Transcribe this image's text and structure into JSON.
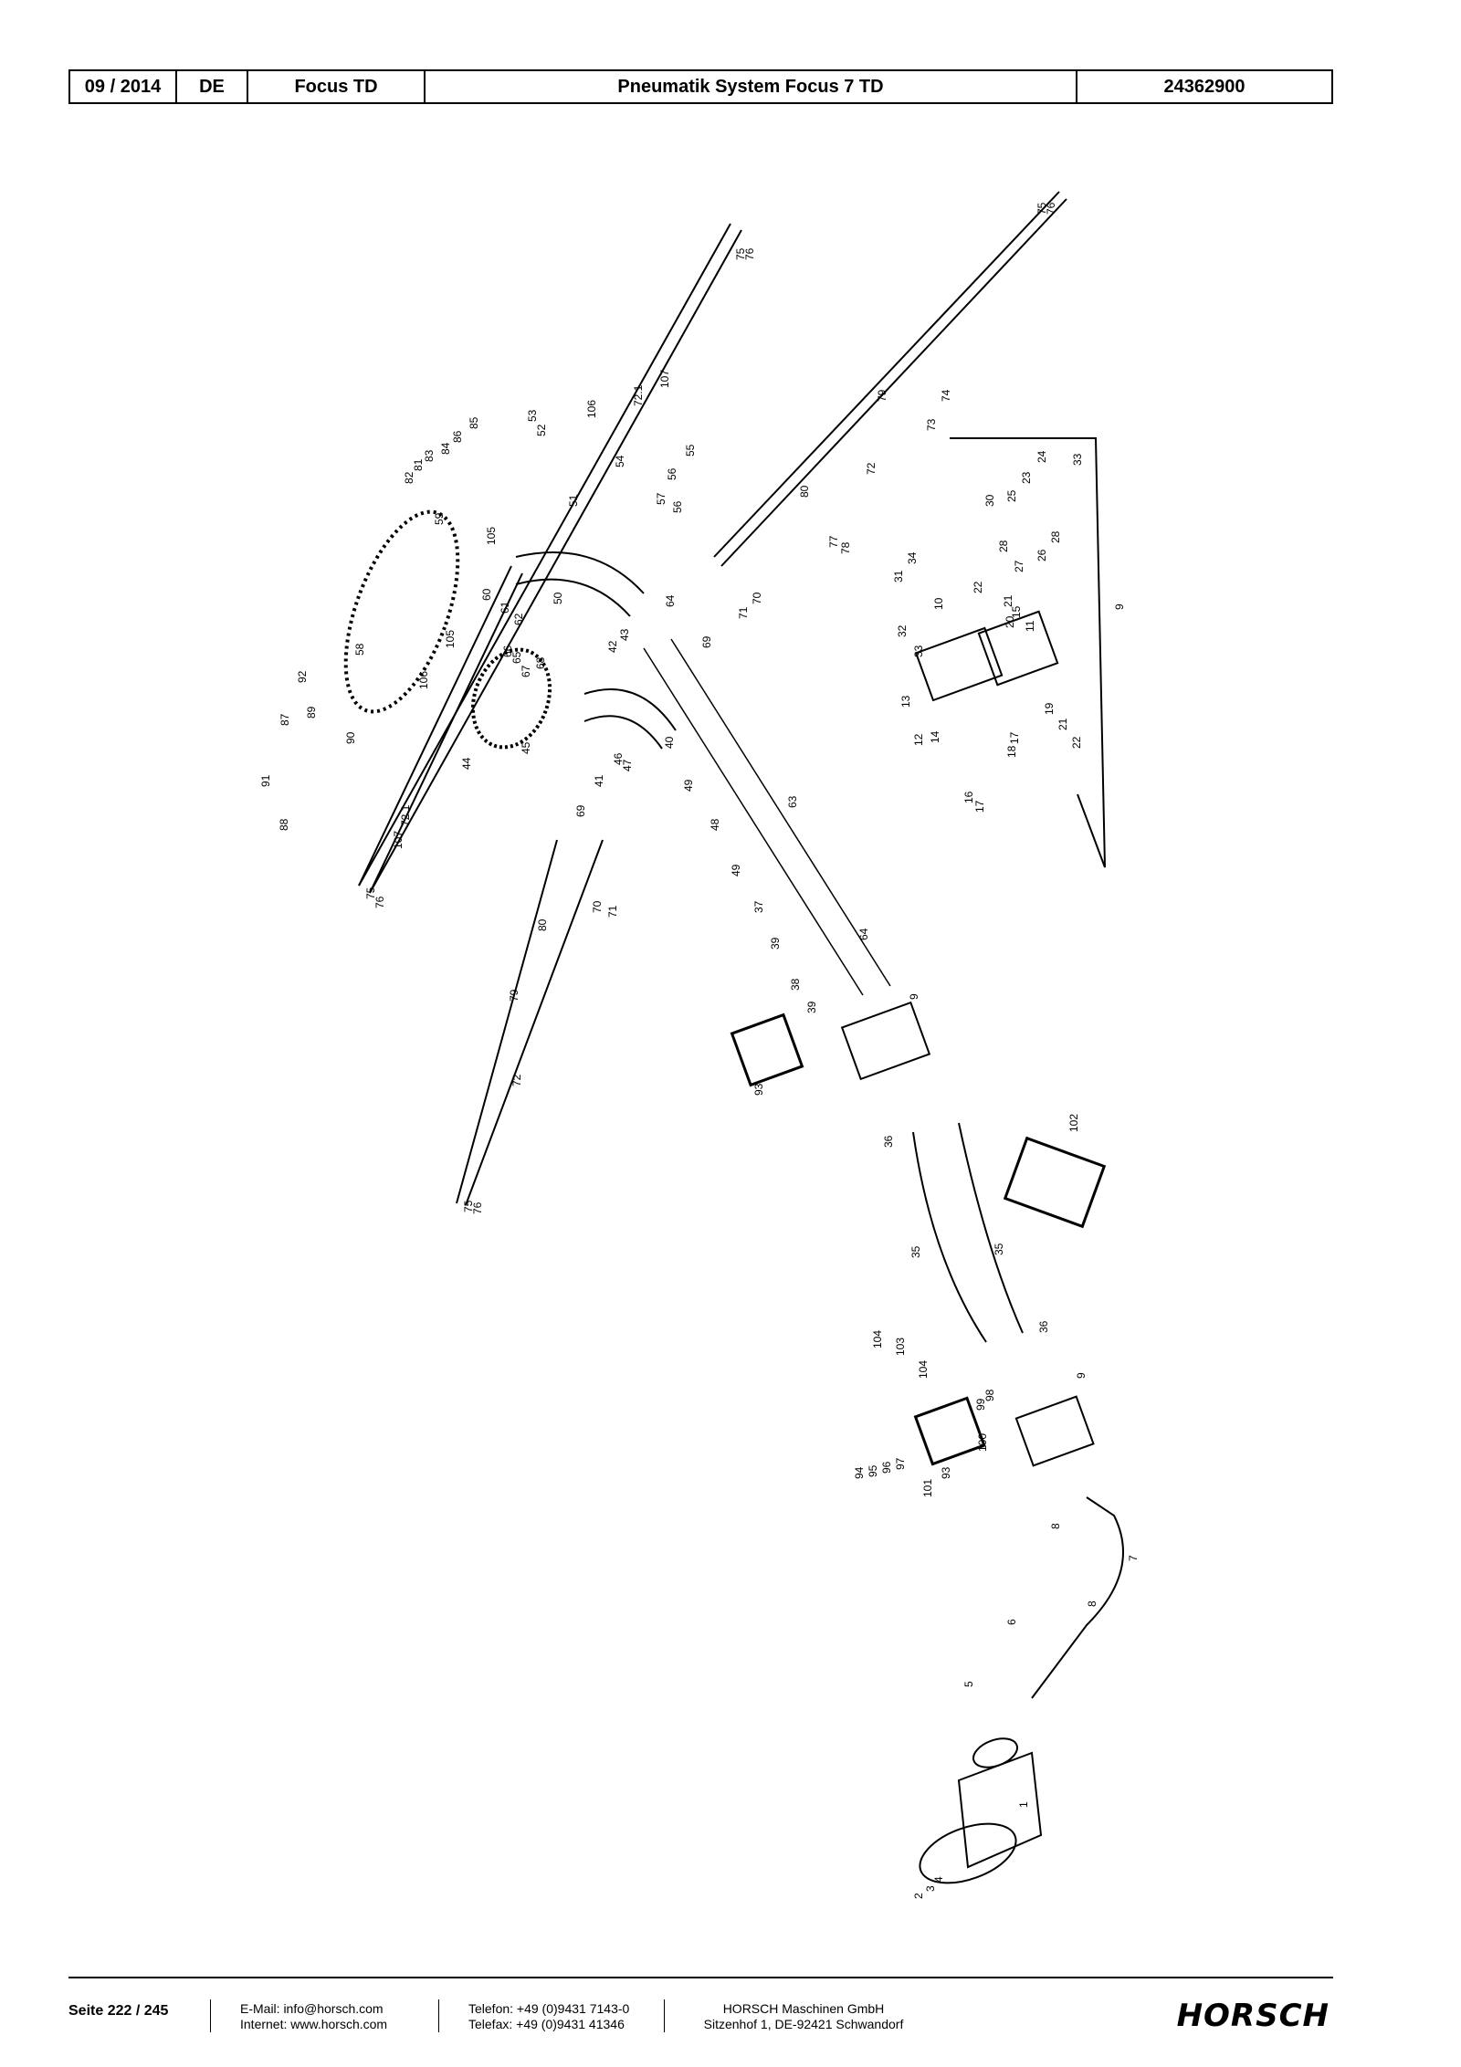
{
  "header": {
    "date": "09 / 2014",
    "lang": "DE",
    "model": "Focus TD",
    "title": "Pneumatik System Focus 7 TD",
    "part_no": "24362900"
  },
  "labels": [
    {
      "t": "75"
    },
    {
      "t": "76"
    },
    {
      "t": "75"
    },
    {
      "t": "76"
    },
    {
      "t": "107"
    },
    {
      "t": "72.1"
    },
    {
      "t": "106"
    },
    {
      "t": "53"
    },
    {
      "t": "52"
    },
    {
      "t": "54"
    },
    {
      "t": "55"
    },
    {
      "t": "56"
    },
    {
      "t": "57"
    },
    {
      "t": "56"
    },
    {
      "t": "51"
    },
    {
      "t": "85"
    },
    {
      "t": "86"
    },
    {
      "t": "84"
    },
    {
      "t": "83"
    },
    {
      "t": "81"
    },
    {
      "t": "82"
    },
    {
      "t": "59"
    },
    {
      "t": "105"
    },
    {
      "t": "58"
    },
    {
      "t": "60"
    },
    {
      "t": "50"
    },
    {
      "t": "61"
    },
    {
      "t": "62"
    },
    {
      "t": "64"
    },
    {
      "t": "69"
    },
    {
      "t": "70"
    },
    {
      "t": "71"
    },
    {
      "t": "79"
    },
    {
      "t": "73"
    },
    {
      "t": "74"
    },
    {
      "t": "72"
    },
    {
      "t": "80"
    },
    {
      "t": "77"
    },
    {
      "t": "78"
    },
    {
      "t": "105"
    },
    {
      "t": "106"
    },
    {
      "t": "107"
    },
    {
      "t": "72.1"
    },
    {
      "t": "75"
    },
    {
      "t": "76"
    },
    {
      "t": "92"
    },
    {
      "t": "87"
    },
    {
      "t": "89"
    },
    {
      "t": "90"
    },
    {
      "t": "91"
    },
    {
      "t": "88"
    },
    {
      "t": "66"
    },
    {
      "t": "65"
    },
    {
      "t": "67"
    },
    {
      "t": "68"
    },
    {
      "t": "43"
    },
    {
      "t": "42"
    },
    {
      "t": "44"
    },
    {
      "t": "45"
    },
    {
      "t": "46"
    },
    {
      "t": "47"
    },
    {
      "t": "41"
    },
    {
      "t": "40"
    },
    {
      "t": "49"
    },
    {
      "t": "63"
    },
    {
      "t": "48"
    },
    {
      "t": "49"
    },
    {
      "t": "37"
    },
    {
      "t": "39"
    },
    {
      "t": "64"
    },
    {
      "t": "38"
    },
    {
      "t": "39"
    },
    {
      "t": "9"
    },
    {
      "t": "93"
    },
    {
      "t": "69"
    },
    {
      "t": "70"
    },
    {
      "t": "71"
    },
    {
      "t": "80"
    },
    {
      "t": "79"
    },
    {
      "t": "72"
    },
    {
      "t": "75"
    },
    {
      "t": "76"
    },
    {
      "t": "36"
    },
    {
      "t": "102"
    },
    {
      "t": "35"
    },
    {
      "t": "35"
    },
    {
      "t": "36"
    },
    {
      "t": "9"
    },
    {
      "t": "104"
    },
    {
      "t": "103"
    },
    {
      "t": "104"
    },
    {
      "t": "98"
    },
    {
      "t": "99"
    },
    {
      "t": "100"
    },
    {
      "t": "94"
    },
    {
      "t": "95"
    },
    {
      "t": "96"
    },
    {
      "t": "97"
    },
    {
      "t": "93"
    },
    {
      "t": "101"
    },
    {
      "t": "8"
    },
    {
      "t": "7"
    },
    {
      "t": "8"
    },
    {
      "t": "6"
    },
    {
      "t": "5"
    },
    {
      "t": "1"
    },
    {
      "t": "2"
    },
    {
      "t": "3"
    },
    {
      "t": "4"
    },
    {
      "t": "30"
    },
    {
      "t": "25"
    },
    {
      "t": "23"
    },
    {
      "t": "24"
    },
    {
      "t": "33"
    },
    {
      "t": "28"
    },
    {
      "t": "27"
    },
    {
      "t": "26"
    },
    {
      "t": "28"
    },
    {
      "t": "31"
    },
    {
      "t": "34"
    },
    {
      "t": "32"
    },
    {
      "t": "10"
    },
    {
      "t": "22"
    },
    {
      "t": "21"
    },
    {
      "t": "15"
    },
    {
      "t": "33"
    },
    {
      "t": "20"
    },
    {
      "t": "11"
    },
    {
      "t": "13"
    },
    {
      "t": "12"
    },
    {
      "t": "14"
    },
    {
      "t": "19"
    },
    {
      "t": "17"
    },
    {
      "t": "18"
    },
    {
      "t": "21"
    },
    {
      "t": "22"
    },
    {
      "t": "16"
    },
    {
      "t": "17"
    },
    {
      "t": "9"
    }
  ],
  "footer": {
    "page": "Seite 222 / 245",
    "email": "E-Mail: info@horsch.com",
    "internet": "Internet: www.horsch.com",
    "phone": "Telefon: +49 (0)9431 7143-0",
    "fax": "Telefax: +49 (0)9431 41346",
    "company": "HORSCH Maschinen GmbH",
    "address": "Sitzenhof 1, DE-92421 Schwandorf",
    "logo": "HORSCH"
  }
}
